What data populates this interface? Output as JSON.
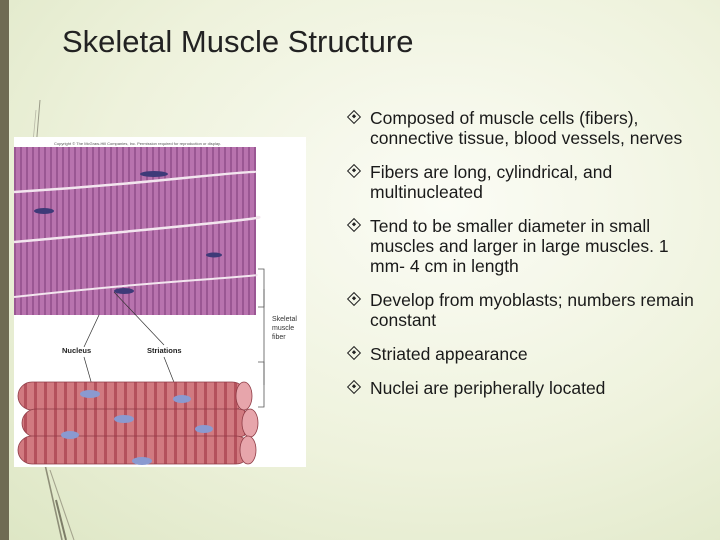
{
  "slide": {
    "title": "Skeletal Muscle Structure",
    "bullets": [
      "Composed of muscle cells (fibers), connective tissue, blood vessels, nerves",
      "Fibers are long, cylindrical, and multinucleated",
      "Tend to be smaller diameter in small muscles and larger in large muscles. 1 mm- 4 cm in length",
      "Develop from myoblasts; numbers remain constant",
      "Striated appearance",
      "Nuclei are peripherally located"
    ],
    "figure": {
      "copyright": "Copyright © The McGraw-Hill Companies, Inc. Permission required for reproduction or display.",
      "label_nucleus": "Nucleus",
      "label_striations": "Striations",
      "label_fiber_1": "Skeletal",
      "label_fiber_2": "muscle",
      "label_fiber_3": "fiber"
    },
    "colors": {
      "left_bar": "#6f6b53",
      "micrograph": "#b06aa6",
      "fiber": "#c76c74",
      "nucleus": "#8a9ad0"
    }
  }
}
